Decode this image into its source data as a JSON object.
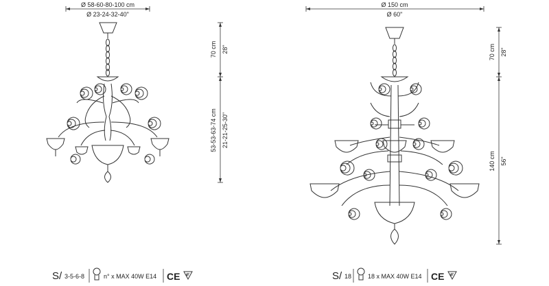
{
  "left_model": {
    "width_cm": "Ø 58-60-80-100 cm",
    "width_in": "Ø 23-24-32-40\"",
    "chain_cm": "70 cm",
    "chain_in": "28\"",
    "body_cm": "53-53-63-74 cm",
    "body_in": "21-21-25-30\"",
    "series_symbol": "S/",
    "series_value": "3-5-6-8",
    "lamp_spec": "n° x MAX 40W E14",
    "ce_mark": "CE",
    "f_mark_icon": "triangle-f-icon"
  },
  "right_model": {
    "width_cm": "Ø 150 cm",
    "width_in": "Ø 60\"",
    "chain_cm": "70 cm",
    "chain_in": "28\"",
    "height_cm": "140 cm",
    "height_in": "56\"",
    "series_symbol": "S/",
    "series_value": "18",
    "lamp_spec": "18 x MAX 40W E14",
    "ce_mark": "CE",
    "f_mark_icon": "triangle-f-icon"
  },
  "line_color": "#333333"
}
